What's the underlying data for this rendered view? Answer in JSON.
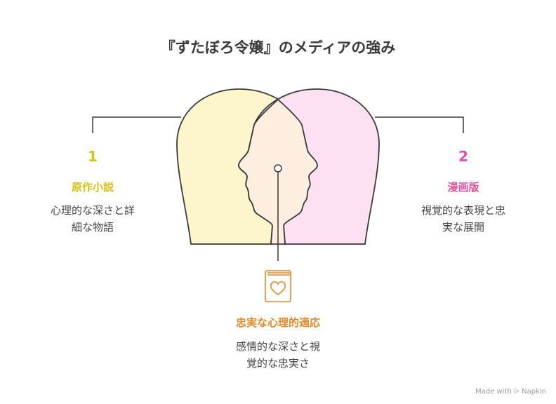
{
  "title": "『ずたぼろ令嬢』のメディアの強み",
  "left": {
    "number": "1",
    "heading": "原作小説",
    "description": "心理的な深さと詳\n細な物語",
    "color": "#d4c21a"
  },
  "right": {
    "number": "2",
    "heading": "漫画版",
    "description": "視覚的な表現と忠\n実な展開",
    "color": "#e0529e"
  },
  "center": {
    "heading": "忠実な心理的適応",
    "description": "感情的な深さと視\n覚的な忠実さ",
    "color": "#e08a2c"
  },
  "footer": "Made with ⩥ Napkin",
  "colors": {
    "left_head_fill": "#fdf6cc",
    "right_head_fill": "#fde0f2",
    "overlap_fill": "#fdeee0",
    "outline": "#3a3a3a",
    "connector": "#3a3a3a"
  },
  "icons": {
    "center": "book-heart-icon"
  }
}
